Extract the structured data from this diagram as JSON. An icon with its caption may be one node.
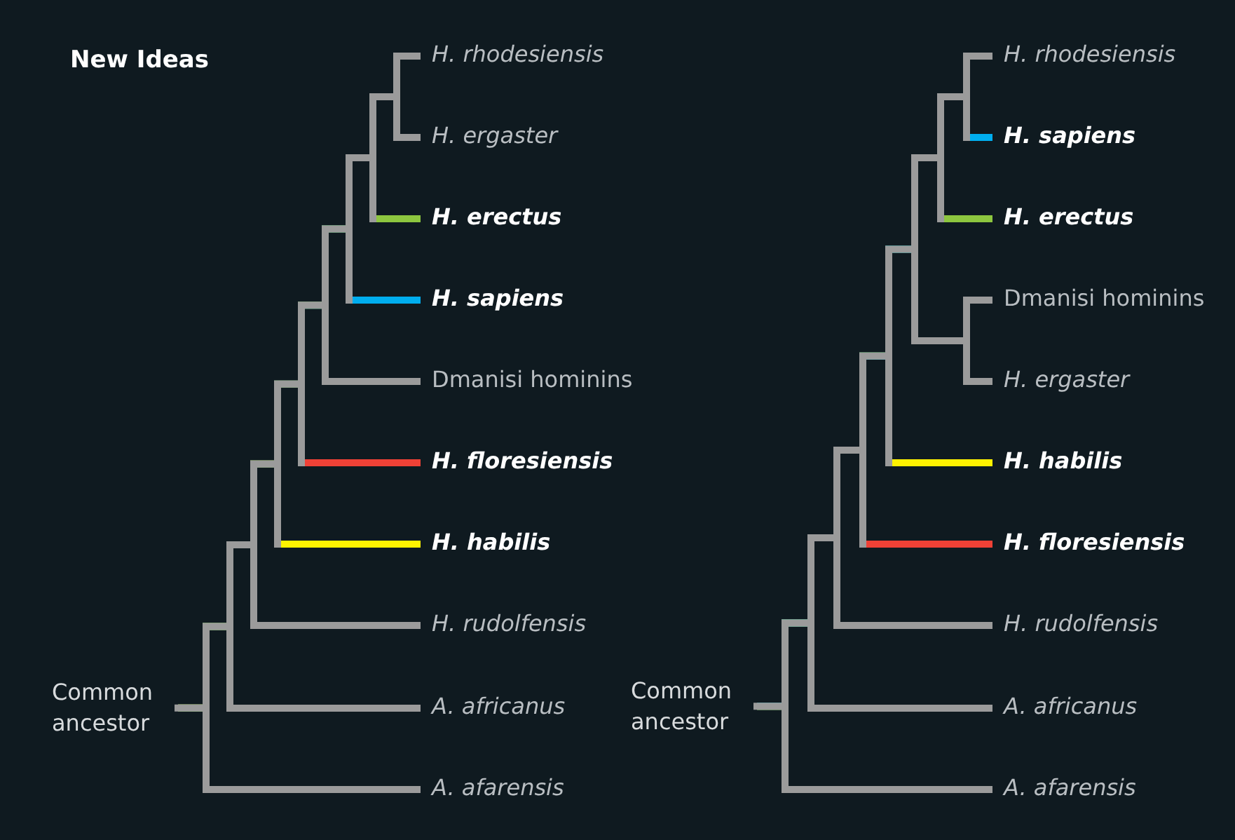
{
  "diagram": {
    "title": "New Ideas",
    "nodes": [
      {
        "text": [
          "H. rhodesiensis"
        ]
      },
      {
        "text": [
          "H. ergaster"
        ]
      },
      {
        "text": [
          "H. erectus"
        ]
      },
      {
        "text": [
          "H. sapiens"
        ]
      },
      {
        "text": [
          "Dmanisi hominins"
        ]
      },
      {
        "text": [
          "H. floresiensis"
        ]
      },
      {
        "text": [
          "H. habilis"
        ]
      },
      {
        "text": [
          "H. rudolfensis"
        ]
      },
      {
        "text": [
          "A. africanus"
        ]
      },
      {
        "text": [
          "A. afarensis"
        ]
      },
      {
        "text": [
          "Common ancestor"
        ]
      },
      {
        "text": [
          "H. rhodesiensis"
        ]
      },
      {
        "text": [
          "H. sapiens"
        ]
      },
      {
        "text": [
          "H. erectus"
        ]
      },
      {
        "text": [
          "Dmanisi hominins"
        ]
      },
      {
        "text": [
          "H. ergaster"
        ]
      },
      {
        "text": [
          "H. habilis"
        ]
      },
      {
        "text": [
          "H. floresiensis"
        ]
      },
      {
        "text": [
          "H. rudolfensis"
        ]
      },
      {
        "text": [
          "A. africanus"
        ]
      },
      {
        "text": [
          "A. afarensis"
        ]
      },
      {
        "text": [
          "Common ancestor"
        ]
      }
    ],
    "edges": [
      {
        "from": 10,
        "to": 0,
        "arrow": "none"
      },
      {
        "from": 10,
        "to": 1,
        "arrow": "none"
      },
      {
        "from": 10,
        "to": 2,
        "arrow": "none",
        "color": "#8dc63f"
      },
      {
        "from": 10,
        "to": 3,
        "arrow": "none",
        "color": "#00aeef"
      },
      {
        "from": 10,
        "to": 4,
        "arrow": "none"
      },
      {
        "from": 10,
        "to": 5,
        "arrow": "none",
        "color": "#ef4136"
      },
      {
        "from": 10,
        "to": 6,
        "arrow": "none",
        "color": "#fff200"
      },
      {
        "from": 10,
        "to": 7,
        "arrow": "none"
      },
      {
        "from": 10,
        "to": 8,
        "arrow": "none"
      },
      {
        "from": 10,
        "to": 9,
        "arrow": "none"
      },
      {
        "from": 21,
        "to": 11,
        "arrow": "none"
      },
      {
        "from": 21,
        "to": 12,
        "arrow": "none",
        "color": "#00aeef"
      },
      {
        "from": 21,
        "to": 13,
        "arrow": "none",
        "color": "#8dc63f"
      },
      {
        "from": 21,
        "to": 14,
        "arrow": "none"
      },
      {
        "from": 21,
        "to": 15,
        "arrow": "none"
      },
      {
        "from": 21,
        "to": 16,
        "arrow": "none",
        "color": "#fff200"
      },
      {
        "from": 21,
        "to": 17,
        "arrow": "none",
        "color": "#ef4136"
      },
      {
        "from": 21,
        "to": 18,
        "arrow": "none"
      },
      {
        "from": 21,
        "to": 19,
        "arrow": "none"
      },
      {
        "from": 21,
        "to": 20,
        "arrow": "none"
      }
    ]
  }
}
